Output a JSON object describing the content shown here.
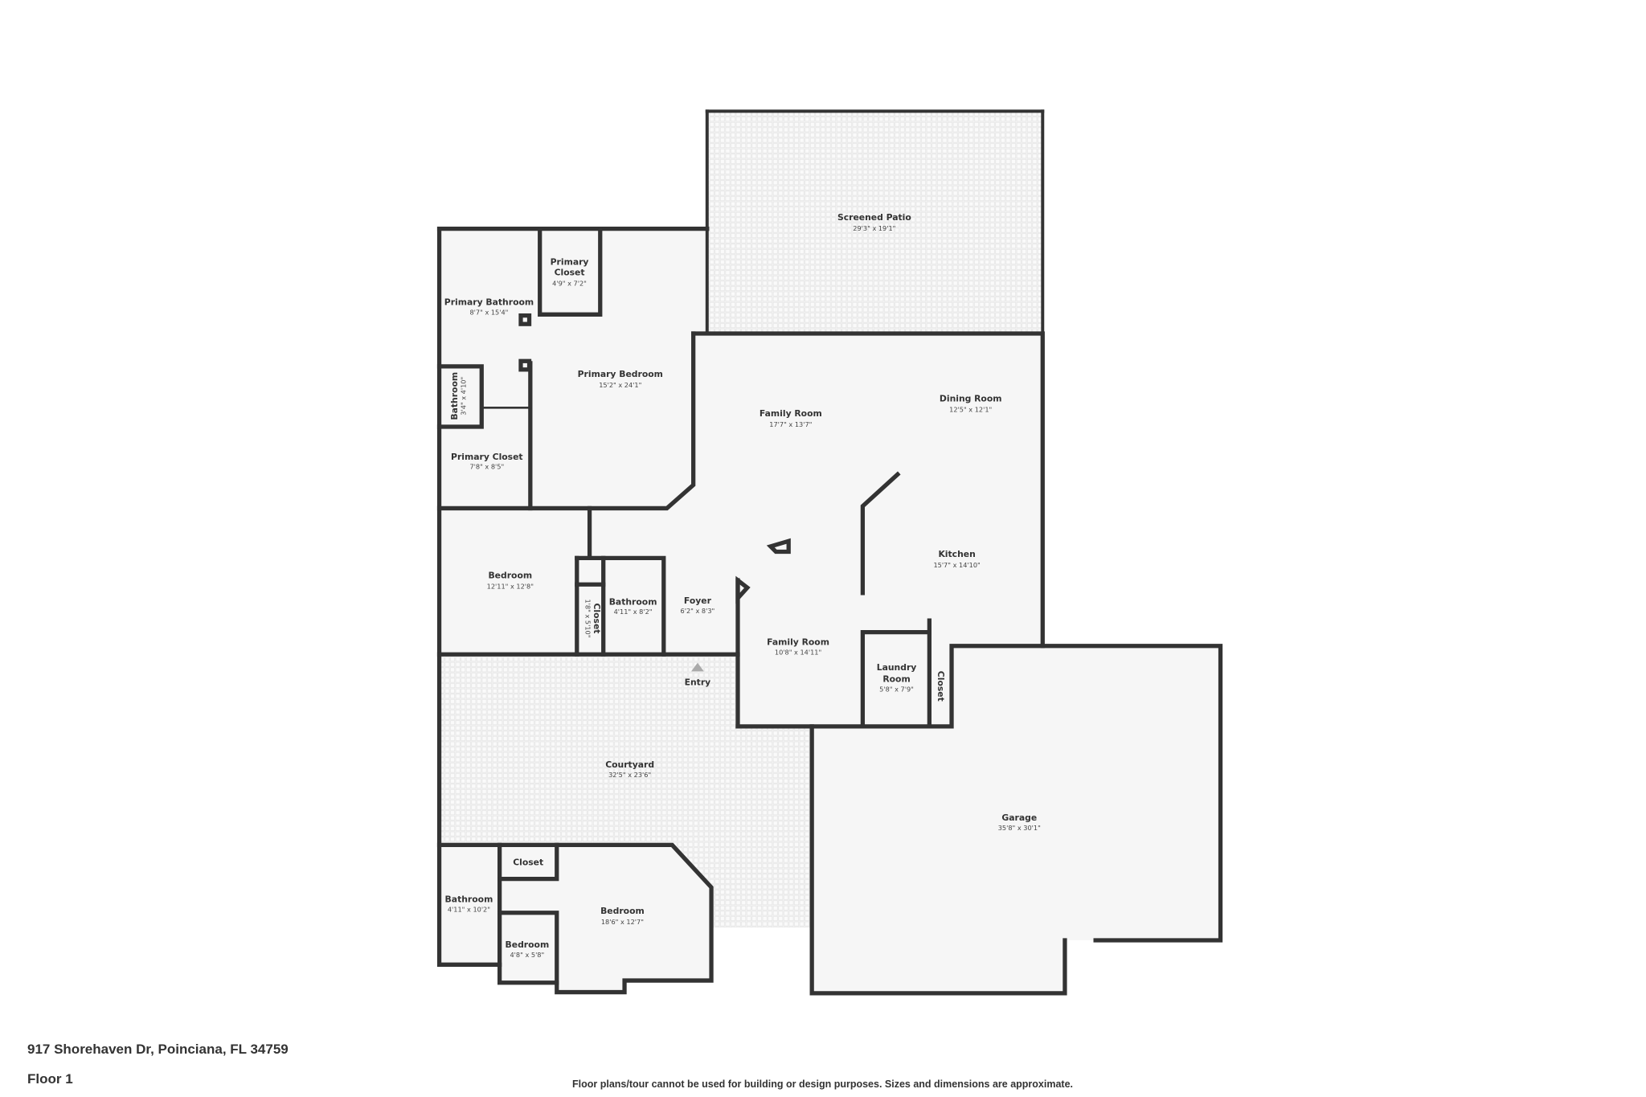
{
  "address": "917 Shorehaven Dr, Poinciana, FL 34759",
  "floor_label": "Floor 1",
  "disclaimer": "Floor plans/tour cannot be used for building or design purposes. Sizes and dimensions are approximate.",
  "entry_label": "Entry",
  "colors": {
    "wall": "#333333",
    "floor": "#f6f6f6",
    "outdoor_pattern": "#e6e6e6"
  },
  "rooms": [
    {
      "name": "Screened Patio",
      "dims": "29'3\" x 19'1\""
    },
    {
      "name": "Primary Bathroom",
      "dims": "8'7\" x 15'4\""
    },
    {
      "name": "Primary Closet",
      "dims": "4'9\" x 7'2\""
    },
    {
      "name": "Primary Bedroom",
      "dims": "15'2\" x 24'1\""
    },
    {
      "name": "Bathroom",
      "dims": "3'4\" x 4'10\""
    },
    {
      "name": "Primary Closet",
      "dims": "7'8\" x 8'5\""
    },
    {
      "name": "Family Room",
      "dims": "17'7\" x 13'7\""
    },
    {
      "name": "Dining Room",
      "dims": "12'5\" x 12'1\""
    },
    {
      "name": "Kitchen",
      "dims": "15'7\" x 14'10\""
    },
    {
      "name": "Bedroom",
      "dims": "12'11\" x 12'8\""
    },
    {
      "name": "Closet",
      "dims": "1'8\" x 5'10\""
    },
    {
      "name": "Bathroom",
      "dims": "4'11\" x 8'2\""
    },
    {
      "name": "Foyer",
      "dims": "6'2\" x 8'3\""
    },
    {
      "name": "Family Room",
      "dims": "10'8\" x 14'11\""
    },
    {
      "name": "Laundry Room",
      "dims": "5'8\" x 7'9\""
    },
    {
      "name": "Closet",
      "dims": ""
    },
    {
      "name": "Courtyard",
      "dims": "32'5\" x 23'6\""
    },
    {
      "name": "Garage",
      "dims": "35'8\" x 30'1\""
    },
    {
      "name": "Closet",
      "dims": ""
    },
    {
      "name": "Bathroom",
      "dims": "4'11\" x 10'2\""
    },
    {
      "name": "Bedroom",
      "dims": "18'6\" x 12'7\""
    },
    {
      "name": "Bedroom",
      "dims": "4'8\" x 5'8\""
    }
  ]
}
